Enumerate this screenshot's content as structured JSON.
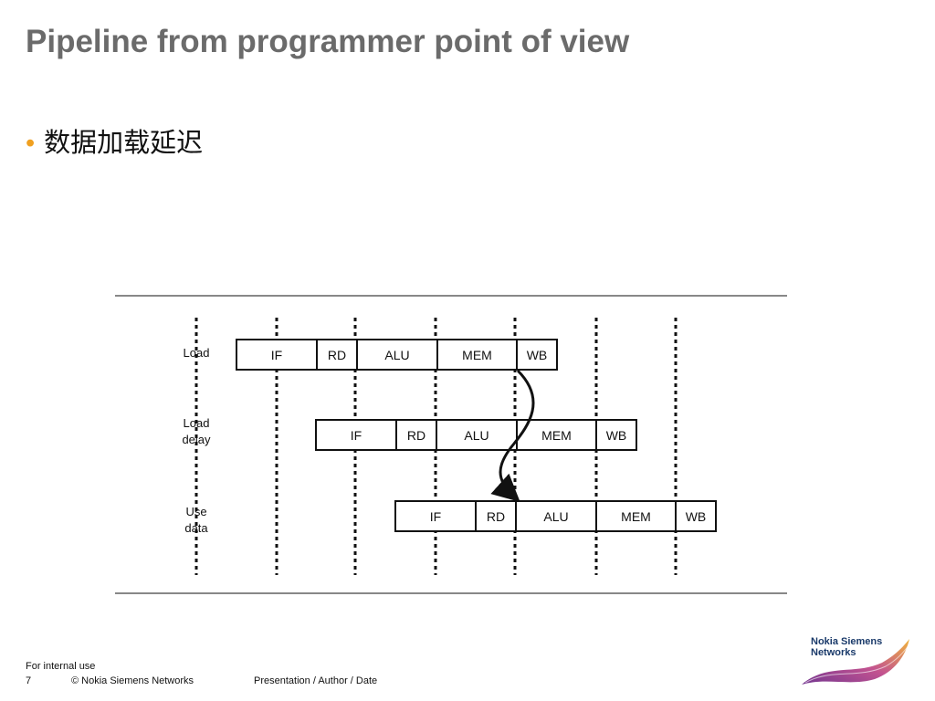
{
  "title": "Pipeline from programmer point of view",
  "bullet": "数据加载延迟",
  "diagram": {
    "rows": [
      {
        "label_lines": [
          "Load"
        ],
        "stages": [
          "IF",
          "RD",
          "ALU",
          "MEM",
          "WB"
        ]
      },
      {
        "label_lines": [
          "Load",
          "delay"
        ],
        "stages": [
          "IF",
          "RD",
          "ALU",
          "MEM",
          "WB"
        ]
      },
      {
        "label_lines": [
          "Use",
          "data"
        ],
        "stages": [
          "IF",
          "RD",
          "ALU",
          "MEM",
          "WB"
        ]
      }
    ]
  },
  "footer": {
    "usage": "For internal use",
    "page": "7",
    "copyright": "© Nokia Siemens Networks",
    "meta": "Presentation / Author / Date"
  },
  "logo": {
    "line1": "Nokia Siemens",
    "line2": "Networks"
  }
}
